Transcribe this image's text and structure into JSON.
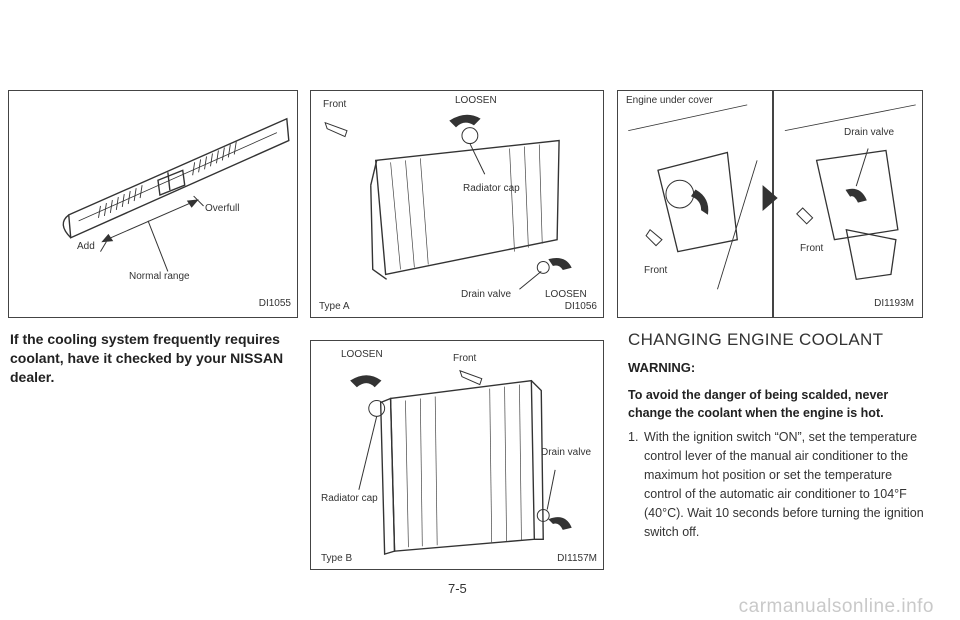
{
  "figures": {
    "reservoir": {
      "labels": {
        "overfull": "Overfull",
        "add": "Add",
        "normal_range": "Normal range"
      },
      "code": "DI1055"
    },
    "radiator_a": {
      "labels": {
        "front": "Front",
        "loosen_top": "LOOSEN",
        "radiator_cap": "Radiator cap",
        "drain_valve": "Drain valve",
        "loosen_bottom": "LOOSEN",
        "type": "Type A"
      },
      "code": "DI1056"
    },
    "radiator_b": {
      "labels": {
        "loosen": "LOOSEN",
        "front": "Front",
        "radiator_cap": "Radiator cap",
        "drain_valve": "Drain valve",
        "type": "Type B"
      },
      "code": "DI1157M"
    },
    "engine_cover": {
      "labels": {
        "engine_under_cover": "Engine under cover",
        "front_left": "Front",
        "drain_valve": "Drain valve",
        "front_right": "Front"
      },
      "code": "DI1193M"
    }
  },
  "note": "If the cooling system frequently requires coolant, have it checked by your NISSAN dealer.",
  "section": {
    "title": "CHANGING ENGINE COOLANT",
    "warning_label": "WARNING:",
    "warning_text": "To avoid the danger of being scalded, never change the coolant when the engine is hot.",
    "steps": [
      {
        "num": "1.",
        "text": "With the ignition switch “ON”, set the temperature control lever of the manual air conditioner to the maximum hot position or set the temperature control of the automatic air conditioner to 104°F (40°C). Wait 10 seconds before turning the ignition switch off."
      }
    ]
  },
  "page_number": "7-5",
  "watermark": "carmanualsonline.info"
}
